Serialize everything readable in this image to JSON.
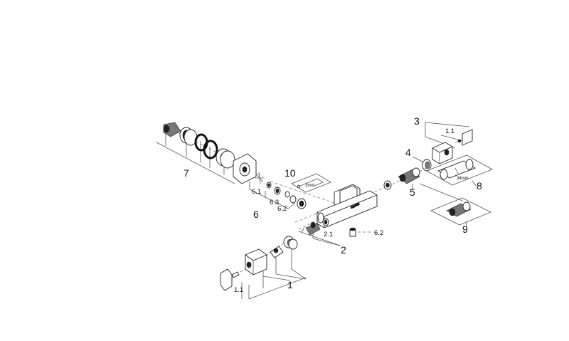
{
  "callouts": {
    "p1": "1",
    "p1_1_bottom": "1.1",
    "p2": "2",
    "p2_1": "2.1",
    "p3": "3",
    "p3_1": "1.1",
    "p4": "4",
    "p5": "5",
    "p6": "6",
    "p6_1": "6.1",
    "p6_2": "6.2",
    "p6_2_right": "6.2",
    "p6_3": "6.3",
    "p7": "7",
    "p8": "8",
    "p8_dim": "34mm",
    "p9": "9",
    "p10": "10",
    "p10_dim": "3mm"
  }
}
